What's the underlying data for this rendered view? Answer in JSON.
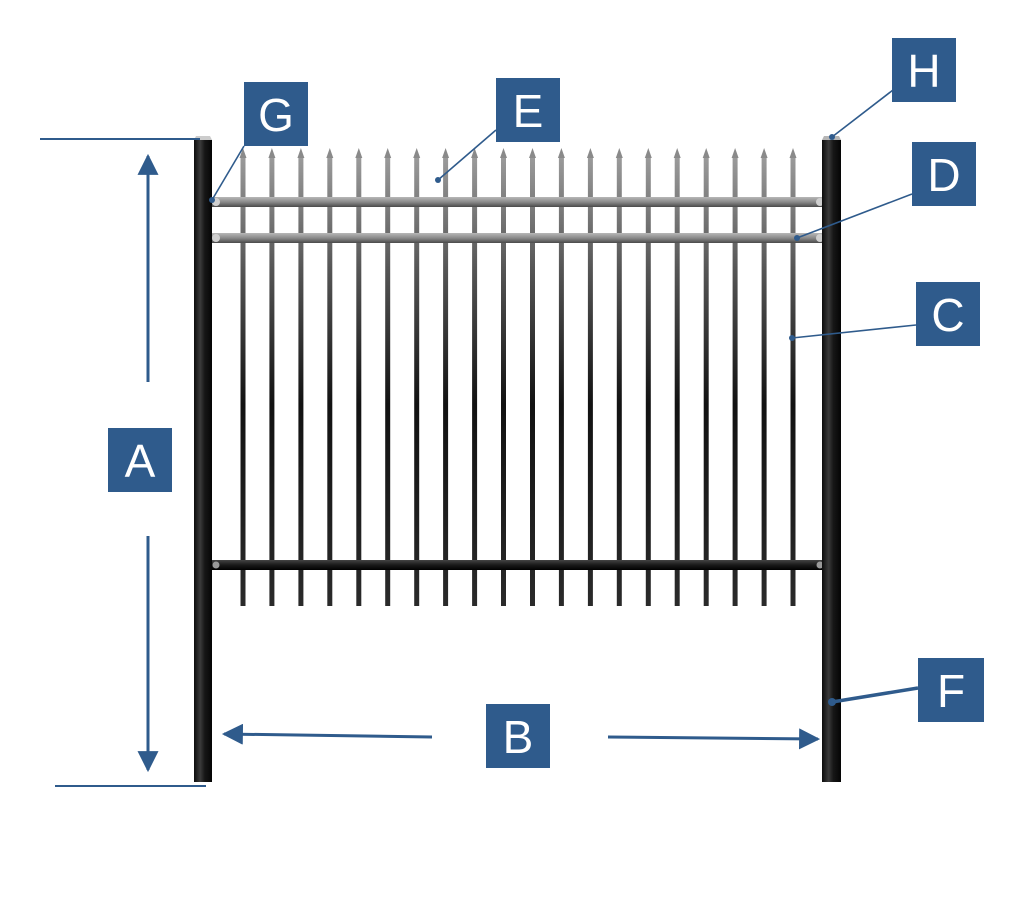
{
  "labels": {
    "A": "A",
    "B": "B",
    "C": "C",
    "D": "D",
    "E": "E",
    "F": "F",
    "G": "G",
    "H": "H"
  },
  "colors": {
    "label_fill": "#2f5b8c",
    "label_text": "#ffffff",
    "metal_dark": "#141414",
    "metal_light": "#8c8c8c",
    "background": "#ffffff"
  },
  "fence": {
    "picket_count": 20
  }
}
